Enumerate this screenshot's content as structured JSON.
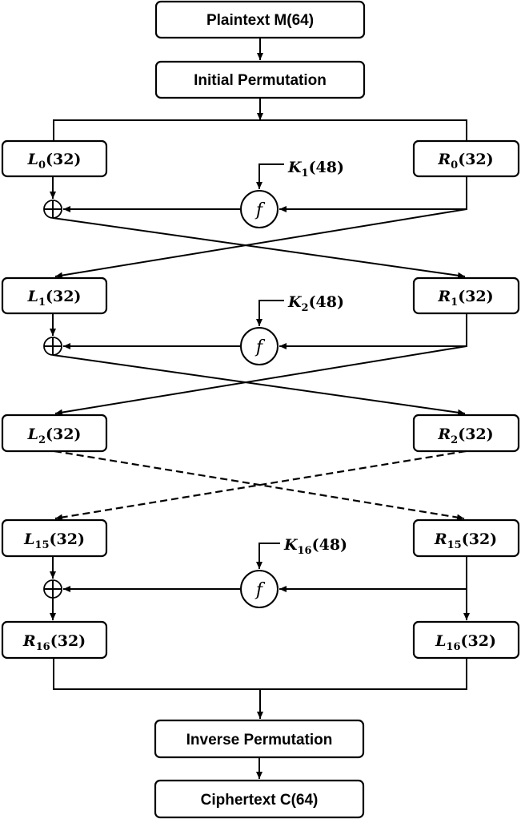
{
  "top": {
    "plaintext": "Plaintext M(64)",
    "initial_permutation": "Initial Permutation"
  },
  "rounds": [
    {
      "left": {
        "var": "L",
        "sub": "0",
        "rest": "(32)"
      },
      "right": {
        "var": "R",
        "sub": "0",
        "rest": "(32)"
      },
      "key": {
        "var": "K",
        "sub": "1",
        "rest": "(48)"
      },
      "func": "f"
    },
    {
      "left": {
        "var": "L",
        "sub": "1",
        "rest": "(32)"
      },
      "right": {
        "var": "R",
        "sub": "1",
        "rest": "(32)"
      },
      "key": {
        "var": "K",
        "sub": "2",
        "rest": "(48)"
      },
      "func": "f"
    },
    {
      "left": {
        "var": "L",
        "sub": "2",
        "rest": "(32)"
      },
      "right": {
        "var": "R",
        "sub": "2",
        "rest": "(32)"
      }
    },
    {
      "left": {
        "var": "L",
        "sub": "15",
        "rest": "(32)"
      },
      "right": {
        "var": "R",
        "sub": "15",
        "rest": "(32)"
      },
      "key": {
        "var": "K",
        "sub": "16",
        "rest": "(48)"
      },
      "func": "f"
    },
    {
      "left": {
        "var": "R",
        "sub": "16",
        "rest": "(32)"
      },
      "right": {
        "var": "L",
        "sub": "16",
        "rest": "(32)"
      }
    }
  ],
  "bottom": {
    "inverse_permutation": "Inverse Permutation",
    "ciphertext": "Ciphertext C(64)"
  },
  "colors": {
    "stroke": "#000000",
    "background": "#ffffff"
  }
}
